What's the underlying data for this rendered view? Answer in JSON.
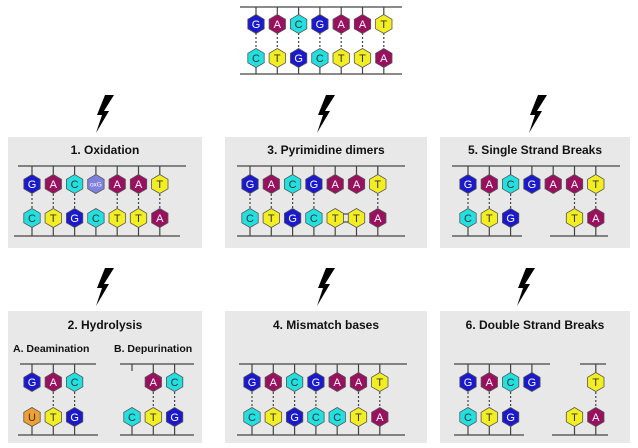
{
  "colors": {
    "G": "#1a1acc",
    "A": "#99115e",
    "C": "#22e0e0",
    "T": "#f2ee22",
    "U": "#f0a030",
    "oxG": "#8080e0",
    "panel_bg": "#e8e8e8",
    "backbone": "#333333"
  },
  "intact": {
    "top": [
      "G",
      "A",
      "C",
      "G",
      "A",
      "A",
      "T"
    ],
    "bottom": [
      "C",
      "T",
      "G",
      "C",
      "T",
      "T",
      "A"
    ]
  },
  "panels": [
    {
      "id": "oxidation",
      "title": "1. Oxidation",
      "top": [
        "G",
        "A",
        "C",
        "oxG",
        "A",
        "A",
        "T"
      ],
      "bottom": [
        "C",
        "T",
        "G",
        "C",
        "T",
        "T",
        "A"
      ]
    },
    {
      "id": "pyrimidine",
      "title": "3. Pyrimidine dimers",
      "top": [
        "G",
        "A",
        "C",
        "G",
        "A",
        "A",
        "T"
      ],
      "bottom": [
        "C",
        "T",
        "G",
        "C",
        "T",
        "T",
        "A"
      ],
      "dimer": [
        4,
        5
      ]
    },
    {
      "id": "ssb",
      "title": "5. Single Strand Breaks",
      "top": [
        "G",
        "A",
        "C",
        "G",
        "A",
        "A",
        "T"
      ],
      "bottom": [
        "C",
        "T",
        "G",
        "",
        "",
        "T",
        "A"
      ]
    },
    {
      "id": "hydrolysis",
      "title": "2. Hydrolysis",
      "sub_a": "A. Deamination",
      "sub_b": "B. Depurination",
      "a_top": [
        "G",
        "A",
        "C"
      ],
      "a_bottom": [
        "U",
        "T",
        "G"
      ],
      "b_top": [
        "",
        "A",
        "C"
      ],
      "b_bottom": [
        "C",
        "T",
        "G"
      ]
    },
    {
      "id": "mismatch",
      "title": "4. Mismatch bases",
      "top": [
        "G",
        "A",
        "C",
        "G",
        "A",
        "A",
        "T"
      ],
      "bottom": [
        "C",
        "T",
        "G",
        "C",
        "C",
        "T",
        "A"
      ]
    },
    {
      "id": "dsb",
      "title": "6. Double Strand Breaks",
      "top": [
        "G",
        "A",
        "C",
        "G",
        "",
        "",
        "T"
      ],
      "bottom": [
        "C",
        "T",
        "G",
        "",
        "",
        "T",
        "A"
      ]
    }
  ]
}
